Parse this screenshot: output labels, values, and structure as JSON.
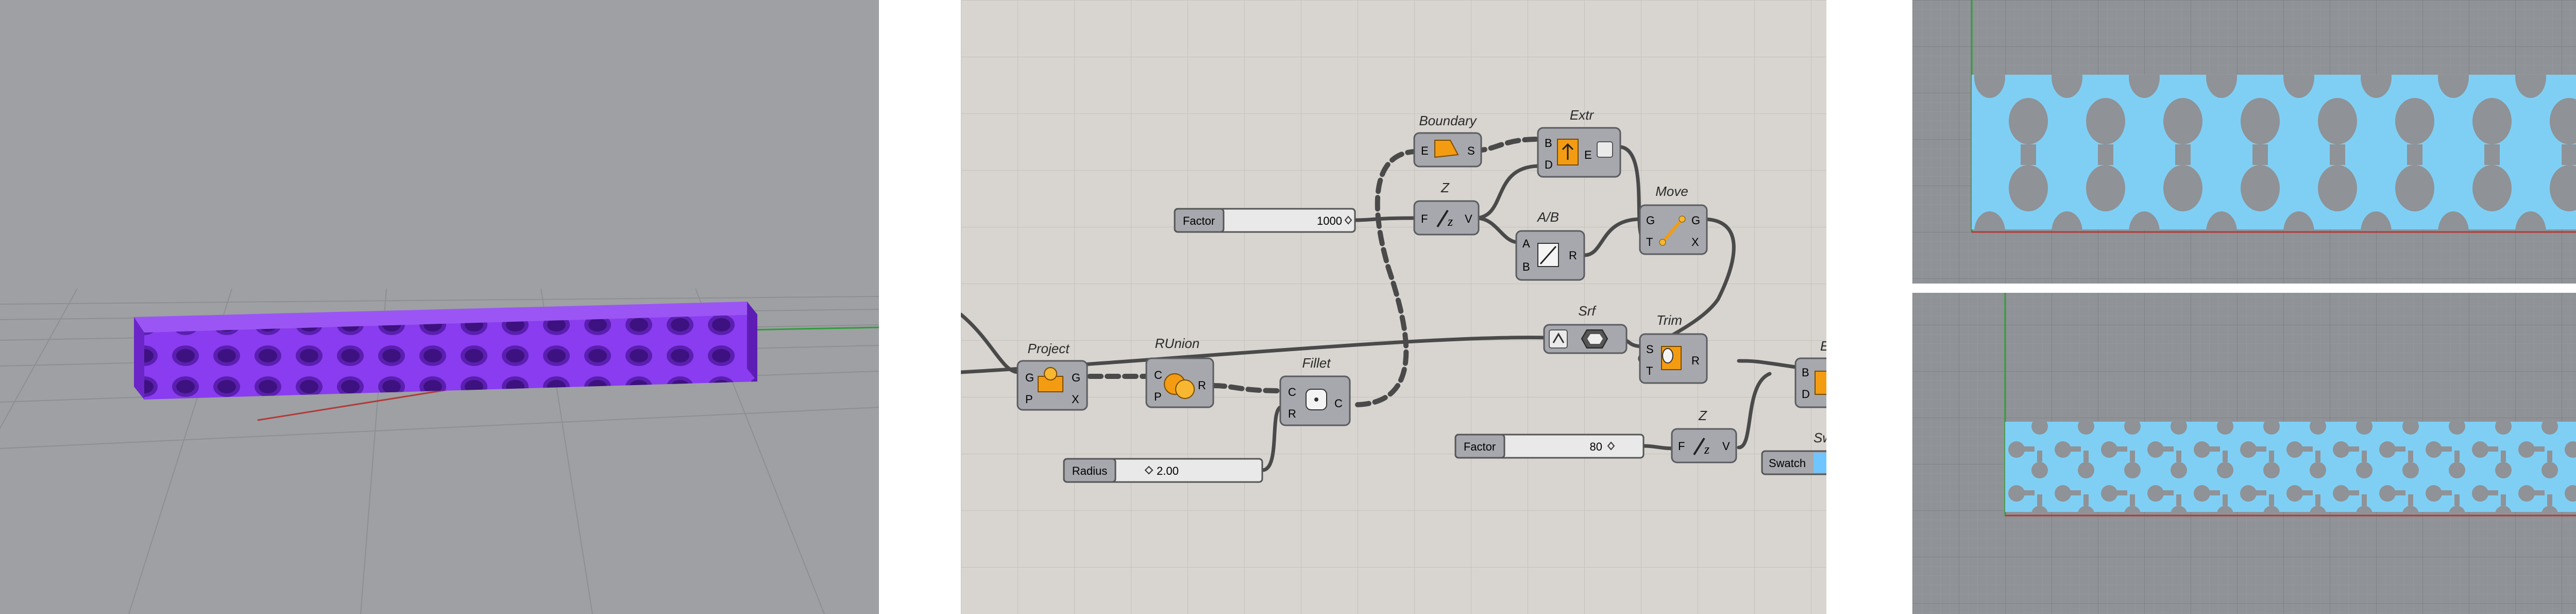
{
  "colors": {
    "viewport_bg": "#9ea0a3",
    "canvas_bg": "#d8d5d0",
    "extrusion": "#8a3cf0",
    "pattern": "#7fcff5",
    "node_body": "#a7a8ad",
    "slider_body": "#e9e9e9",
    "wire": "#4a4a4a"
  },
  "icons": {
    "project": "project-icon",
    "runion": "runion-icon",
    "fillet": "fillet-icon",
    "boundary": "boundary-icon",
    "extr": "extrude-icon",
    "z": "unit-z-icon",
    "ab": "division-icon",
    "move": "move-icon",
    "srf": "surface-icon",
    "trim": "trim-icon"
  },
  "grasshopper": {
    "components": {
      "project": {
        "label": "Project",
        "inputs": [
          "G",
          "P"
        ],
        "outputs": [
          "G",
          "X"
        ]
      },
      "runion": {
        "label": "RUnion",
        "inputs": [
          "C",
          "P"
        ],
        "outputs": [
          "R"
        ]
      },
      "fillet": {
        "label": "Fillet",
        "inputs": [
          "C",
          "R"
        ],
        "outputs": [
          "C"
        ]
      },
      "boundary": {
        "label": "Boundary",
        "inputs": [
          "E"
        ],
        "outputs": [
          "S"
        ]
      },
      "extr": {
        "label": "Extr",
        "inputs": [
          "B",
          "D"
        ],
        "outputs": [
          "E"
        ]
      },
      "z_top": {
        "label": "Z",
        "inputs": [
          "F"
        ],
        "outputs": [
          "V"
        ]
      },
      "ab": {
        "label": "A/B",
        "inputs": [
          "A",
          "B"
        ],
        "outputs": [
          "R"
        ]
      },
      "move": {
        "label": "Move",
        "inputs": [
          "G",
          "T"
        ],
        "outputs": [
          "G",
          "X"
        ]
      },
      "srf": {
        "label": "Srf"
      },
      "trim": {
        "label": "Trim",
        "inputs": [
          "S",
          "T"
        ],
        "outputs": [
          "R"
        ]
      },
      "z_bottom": {
        "label": "Z",
        "inputs": [
          "F"
        ],
        "outputs": [
          "V"
        ]
      },
      "ext_partial": {
        "label": "E",
        "inputs": [
          "B",
          "D"
        ]
      },
      "swatch": {
        "header": "Swatc",
        "label": "Swatch"
      }
    },
    "sliders": {
      "factor_top": {
        "name": "Factor",
        "value": "1000"
      },
      "radius": {
        "name": "Radius",
        "value": "2.00"
      },
      "factor_bottom": {
        "name": "Factor",
        "value": "80"
      }
    }
  }
}
